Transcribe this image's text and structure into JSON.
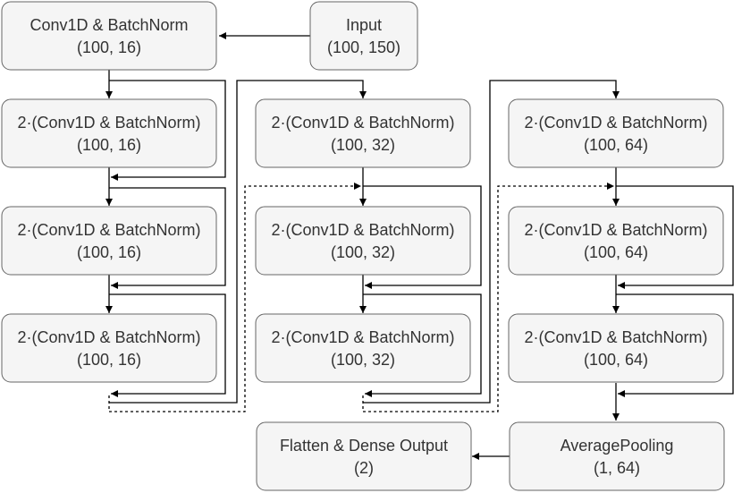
{
  "colors": {
    "box_fill": "#f5f5f5",
    "box_stroke": "#666666",
    "text": "#333333",
    "line": "#000000"
  },
  "nodes": {
    "input": {
      "line1": "Input",
      "line2": "(100, 150)"
    },
    "conv0": {
      "line1": "Conv1D & BatchNorm",
      "line2": "(100, 16)"
    },
    "b1_1": {
      "line1": "2·(Conv1D & BatchNorm)",
      "line2": "(100, 16)"
    },
    "b1_2": {
      "line1": "2·(Conv1D & BatchNorm)",
      "line2": "(100, 16)"
    },
    "b1_3": {
      "line1": "2·(Conv1D & BatchNorm)",
      "line2": "(100, 16)"
    },
    "b2_1": {
      "line1": "2·(Conv1D & BatchNorm)",
      "line2": "(100, 32)"
    },
    "b2_2": {
      "line1": "2·(Conv1D & BatchNorm)",
      "line2": "(100, 32)"
    },
    "b2_3": {
      "line1": "2·(Conv1D & BatchNorm)",
      "line2": "(100, 32)"
    },
    "b3_1": {
      "line1": "2·(Conv1D & BatchNorm)",
      "line2": "(100, 64)"
    },
    "b3_2": {
      "line1": "2·(Conv1D & BatchNorm)",
      "line2": "(100, 64)"
    },
    "b3_3": {
      "line1": "2·(Conv1D & BatchNorm)",
      "line2": "(100, 64)"
    },
    "avgpool": {
      "line1": "AveragePooling",
      "line2": "(1, 64)"
    },
    "output": {
      "line1": "Flatten & Dense Output",
      "line2": "(2)"
    }
  }
}
